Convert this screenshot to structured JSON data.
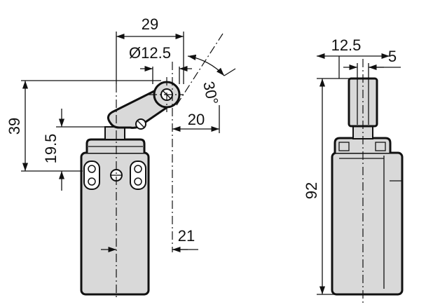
{
  "drawing": {
    "front_view": {
      "dimensions": {
        "overall_width": "29",
        "roller_diameter": "Ø12.5",
        "lever_angle": "30°",
        "roller_offset": "20",
        "overall_height": "39",
        "actuator_height": "19.5",
        "axis_offset": "21"
      }
    },
    "side_view": {
      "dimensions": {
        "actuator_width": "12.5",
        "shaft_width": "5",
        "overall_height": "92"
      }
    }
  }
}
